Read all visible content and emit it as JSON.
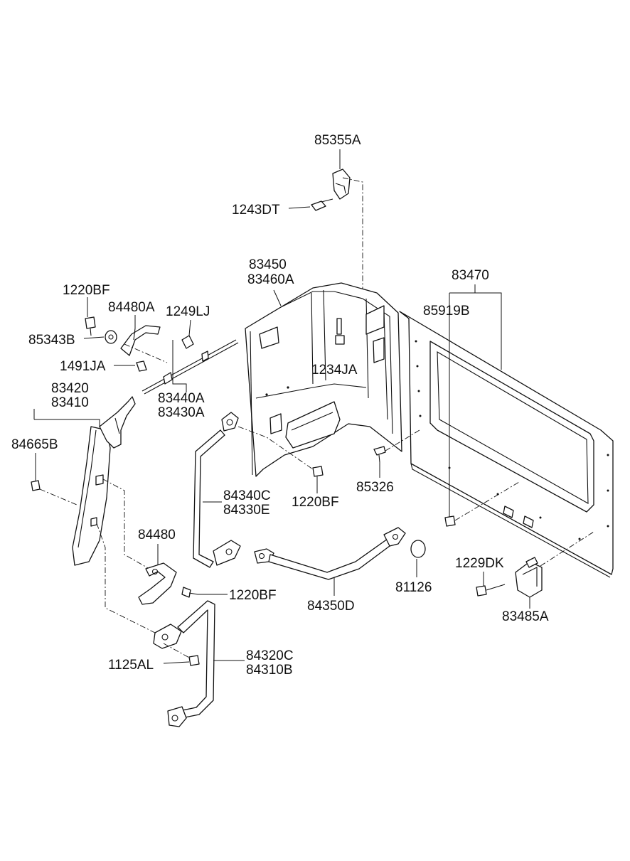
{
  "labels": {
    "p85355A": "85355A",
    "p1243DT": "1243DT",
    "p83450": "83450",
    "p83460A": "83460A",
    "p83470": "83470",
    "p85919B": "85919B",
    "p1220BF_a": "1220BF",
    "p84480A": "84480A",
    "p1249LJ": "1249LJ",
    "p85343B": "85343B",
    "p1491JA": "1491JA",
    "p1234JA": "1234JA",
    "p83420": "83420",
    "p83410": "83410",
    "p83440A": "83440A",
    "p83430A": "83430A",
    "p84665B": "84665B",
    "p84340C": "84340C",
    "p84330E": "84330E",
    "p1220BF_b": "1220BF",
    "p85326": "85326",
    "p84480": "84480",
    "p1220BF_c": "1220BF",
    "p84350D": "84350D",
    "p81126": "81126",
    "p1229DK": "1229DK",
    "p83485A": "83485A",
    "p84320C": "84320C",
    "p84310B": "84310B",
    "p1125AL": "1125AL"
  }
}
